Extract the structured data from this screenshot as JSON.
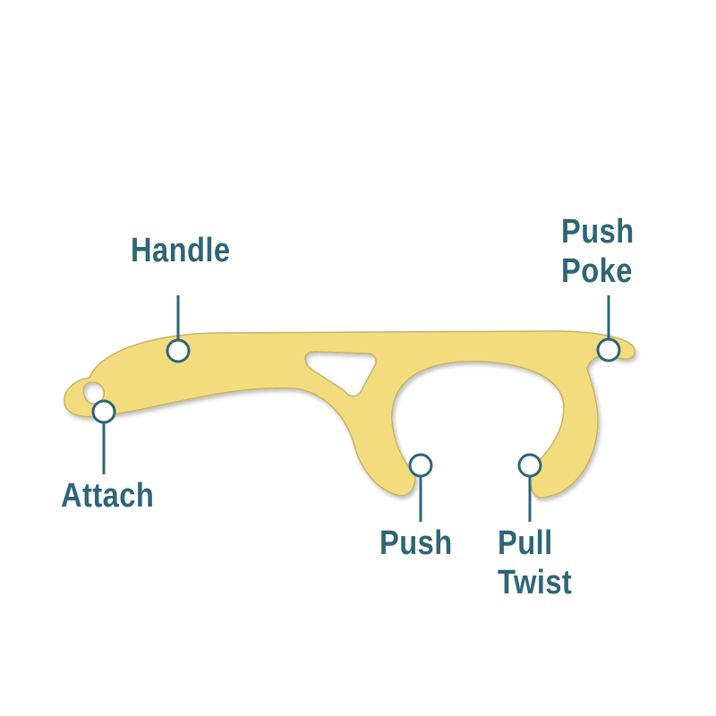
{
  "colors": {
    "tool_fill": "#f2dc7e",
    "tool_edge": "#c7b465",
    "callout": "#2e6577",
    "background": "#ffffff"
  },
  "callouts": {
    "handle": {
      "lines": [
        "Handle"
      ]
    },
    "attach": {
      "lines": [
        "Attach"
      ]
    },
    "push": {
      "lines": [
        "Push"
      ]
    },
    "pull_twist": {
      "lines": [
        "Pull",
        "Twist"
      ]
    },
    "push_poke": {
      "lines": [
        "Push",
        "Poke"
      ]
    }
  }
}
